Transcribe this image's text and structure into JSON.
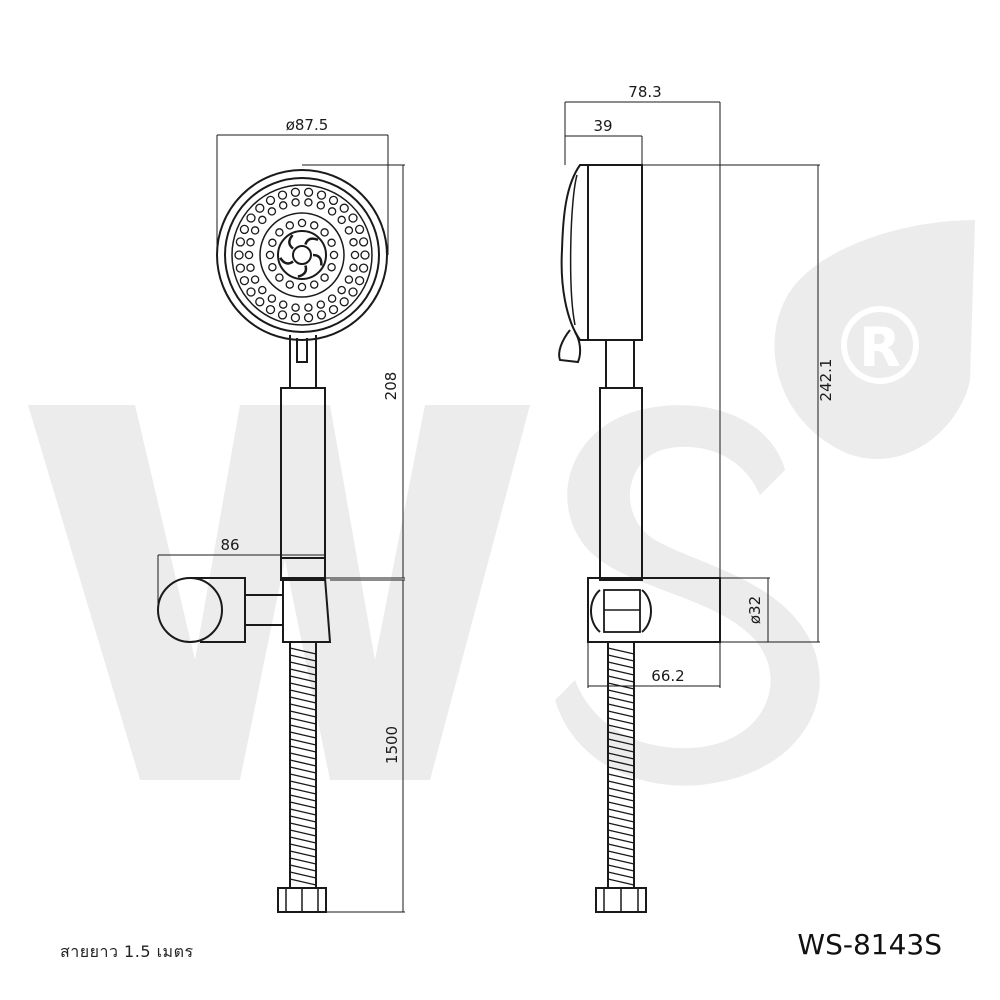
{
  "dimensions": {
    "head_diameter": "ø87.5",
    "total_depth": "78.3",
    "head_depth": "39",
    "height_head_to_holder": "208",
    "total_height": "242.1",
    "holder_length": "86",
    "holder_diameter": "ø32",
    "holder_depth": "66.2",
    "hose_length": "1500"
  },
  "caption": {
    "hose_note": "สายยาว 1.5 เมตร",
    "model": "WS-8143S"
  },
  "colors": {
    "line": "#1a1a1a",
    "watermark": "#ebebeb"
  }
}
